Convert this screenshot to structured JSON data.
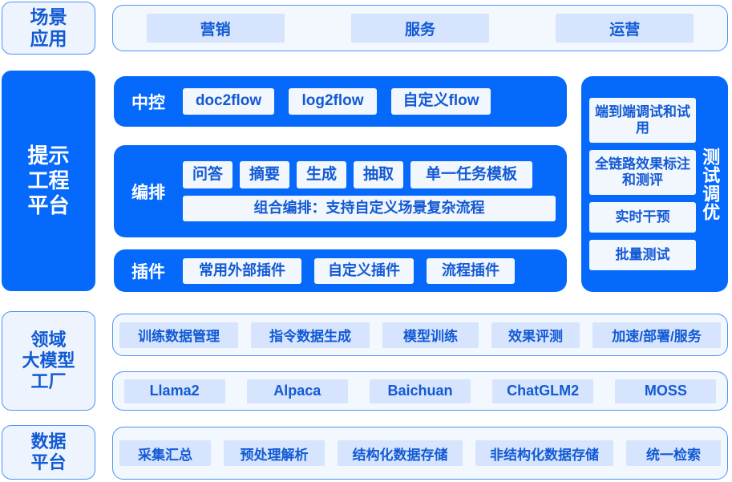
{
  "colors": {
    "brand_blue": "#0569fb",
    "label_blue": "#125ad4",
    "border_blue": "#4c93f7",
    "light_band_bg": "#f3f7fe",
    "light_pill_bg": "#d6e4fd",
    "white_pill_bg": "#f2f6fd",
    "page_bg": "#ffffff"
  },
  "layers": {
    "scene": {
      "label": "场景\n应用",
      "label_lines": [
        "场景",
        "应用"
      ],
      "items": [
        "营销",
        "服务",
        "运营"
      ]
    },
    "prompt_platform": {
      "label_lines": [
        "提示",
        "工程",
        "平台"
      ],
      "rows": [
        {
          "caption": "中控",
          "items": [
            "doc2flow",
            "log2flow",
            "自定义flow"
          ]
        },
        {
          "caption": "编排",
          "items": [
            "问答",
            "摘要",
            "生成",
            "抽取",
            "单一任务模板"
          ],
          "full_width_item": "组合编排：支持自定义场景复杂流程"
        },
        {
          "caption": "插件",
          "items": [
            "常用外部插件",
            "自定义插件",
            "流程插件"
          ]
        }
      ],
      "test_panel": {
        "vertical_label_lines": [
          "测",
          "试",
          "调",
          "优"
        ],
        "vertical_label": "测试调优",
        "items": [
          "端到端调试\n和试用",
          "全链路效果\n标注和测评",
          "实时干预",
          "批量测试"
        ],
        "items_display": [
          "端到端调试和试用",
          "全链路效果标注和测评",
          "实时干预",
          "批量测试"
        ]
      }
    },
    "model_factory": {
      "label_lines": [
        "领域",
        "大模型",
        "工厂"
      ],
      "pipeline": [
        "训练数据管理",
        "指令数据生成",
        "模型训练",
        "效果评测",
        "加速/部署/服务"
      ],
      "base_models": [
        "Llama2",
        "Alpaca",
        "Baichuan",
        "ChatGLM2",
        "MOSS"
      ]
    },
    "data_platform": {
      "label_lines": [
        "数据",
        "平台"
      ],
      "items": [
        "采集汇总",
        "预处理解析",
        "结构化数据存储",
        "非结构化数据存储",
        "统一检索"
      ]
    }
  }
}
